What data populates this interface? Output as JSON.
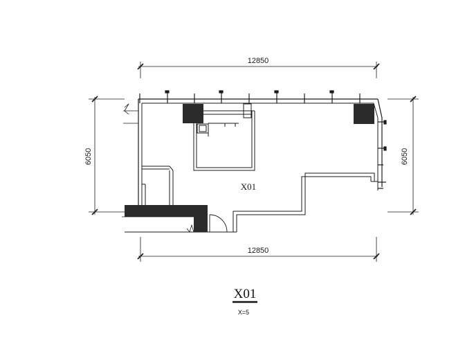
{
  "dimensions": {
    "top_width": "12850",
    "bottom_width": "12850",
    "left_height": "6050",
    "right_height": "6050"
  },
  "room_label": "X01",
  "title": {
    "name": "X01",
    "scale": "X=5"
  },
  "colors": {
    "line": "#1a1a1a",
    "fill_dark": "#2b2b2b",
    "background": "#ffffff"
  }
}
